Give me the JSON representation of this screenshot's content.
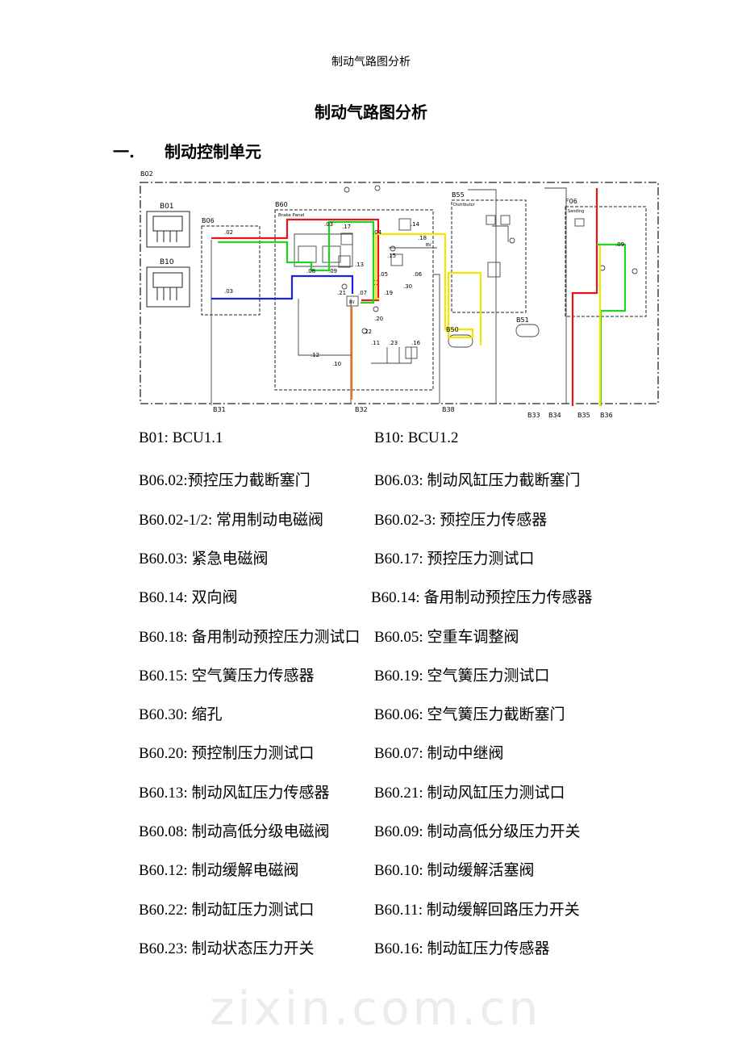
{
  "header": {
    "running_title": "制动气路图分析"
  },
  "title": "制动气路图分析",
  "section": {
    "number": "一.",
    "title": "制动控制单元"
  },
  "watermark": "zixin.com.cn",
  "diagram": {
    "labels": {
      "outer": "B02",
      "b01": "B01",
      "b10": "B10",
      "b06": "B06",
      "b60": "B60",
      "b60_sub": "Brake Panel",
      "b55": "B55",
      "b55_sub": "Distributor",
      "f06": "F06",
      "f06_sub": "Sanding",
      "b50": "B50",
      "b51": "B51",
      "bv": "BV",
      "bv2": "BV",
      "b31": "B31",
      "b32": "B32",
      "b38": "B38",
      "b33": "B33",
      "b34": "B34",
      "b35": "B35",
      "b36": "B36",
      "c02": ".02",
      "c03": ".03",
      "c04": ".04",
      "c05": ".05",
      "c06": ".06",
      "c07": ".07",
      "c08": ".08",
      "c09": ".09",
      "c10": ".10",
      "c11": ".11",
      "c12": ".12",
      "c13": ".13",
      "c14": ".14",
      "c15": ".15",
      "c16": ".16",
      "c17": ".17",
      "c18": ".18",
      "c19": ".19",
      "c20": ".20",
      "c21": ".21",
      "c22": ".22",
      "c23": ".23",
      "c30": ".30"
    },
    "path_colors": {
      "red": "#e8141b",
      "green": "#22d322",
      "blue": "#1a22e0",
      "yellow": "#f2e600",
      "orange": "#f07010"
    }
  },
  "items": [
    [
      "B01: BCU1.1",
      "B10: BCU1.2"
    ],
    [
      "B06.02:预控压力截断塞门",
      "B06.03: 制动风缸压力截断塞门"
    ],
    [
      "B60.02-1/2: 常用制动电磁阀",
      "B60.02-3: 预控压力传感器"
    ],
    [
      "B60.03: 紧急电磁阀",
      "B60.17: 预控压力测试口"
    ],
    [
      "B60.14: 双向阀",
      "B60.14: 备用制动预控压力传感器"
    ],
    [
      "B60.18: 备用制动预控压力测试口",
      "B60.05: 空重车调整阀"
    ],
    [
      "B60.15: 空气簧压力传感器",
      "B60.19: 空气簧压力测试口"
    ],
    [
      "B60.30: 缩孔",
      "B60.06: 空气簧压力截断塞门"
    ],
    [
      "B60.20: 预控制压力测试口",
      "B60.07: 制动中继阀"
    ],
    [
      "B60.13: 制动风缸压力传感器",
      "B60.21: 制动风缸压力测试口"
    ],
    [
      "B60.08: 制动高低分级电磁阀",
      "B60.09: 制动高低分级压力开关"
    ],
    [
      "B60.12: 制动缓解电磁阀",
      "B60.10: 制动缓解活塞阀"
    ],
    [
      "B60.22: 制动缸压力测试口",
      "B60.11: 制动缓解回路压力开关"
    ],
    [
      "B60.23: 制动状态压力开关",
      "B60.16: 制动缸压力传感器"
    ]
  ]
}
